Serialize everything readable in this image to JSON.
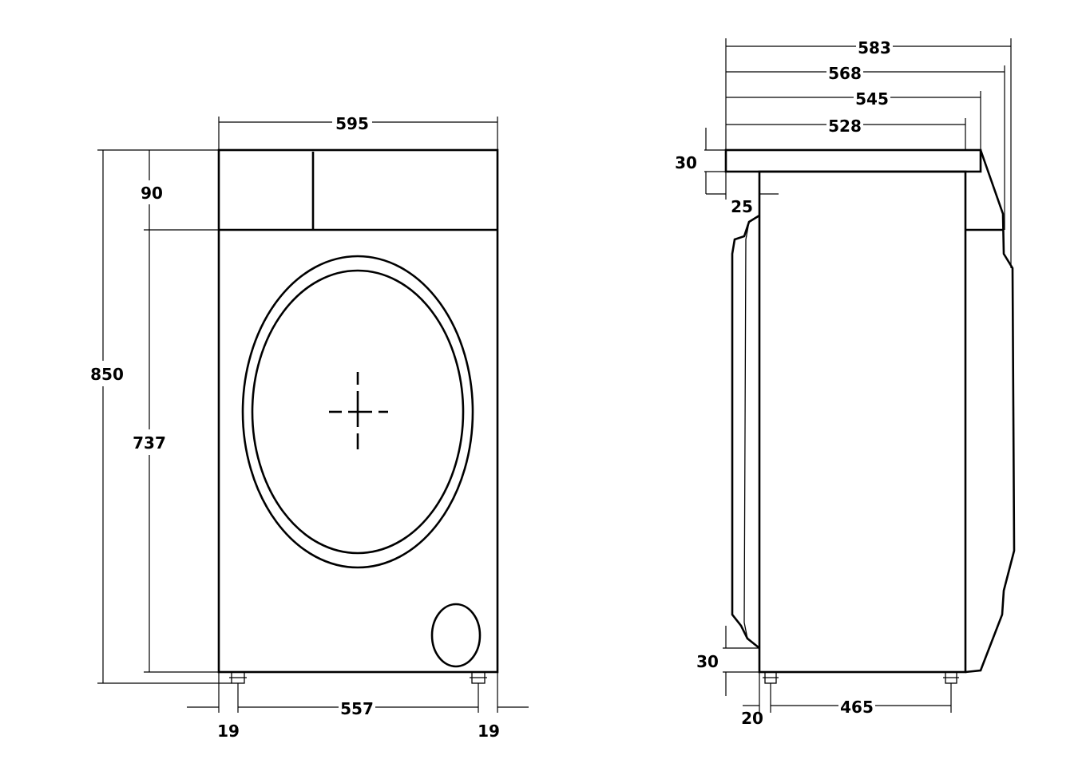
{
  "front_view": {
    "width": "595",
    "panel_height": "90",
    "total_height": "850",
    "body_height": "737",
    "feet_spacing": "557",
    "foot_offset_left": "19",
    "foot_offset_right": "19"
  },
  "side_view": {
    "depth_overall": "583",
    "depth_568": "568",
    "depth_545": "545",
    "depth_528": "528",
    "top_thickness": "30",
    "top_overhang": "25",
    "bottom_clearance": "30",
    "foot_setback": "20",
    "feet_spacing": "465"
  }
}
